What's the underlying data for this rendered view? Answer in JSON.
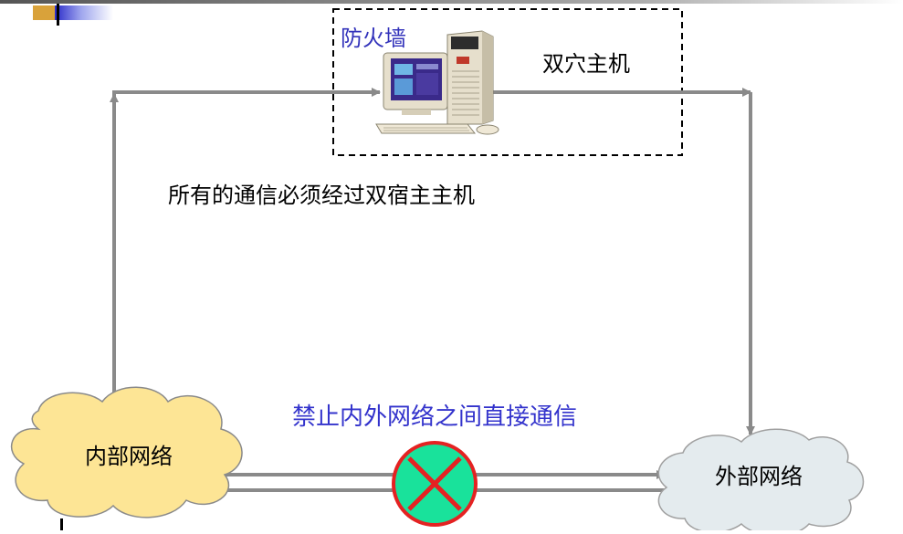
{
  "labels": {
    "firewall": "防火墙",
    "dual_homed_host": "双穴主机",
    "all_traffic_note": "所有的通信必须经过双宿主主机",
    "forbid_direct": "禁止内外网络之间直接通信",
    "internal_network": "内部网络",
    "external_network": "外部网络"
  },
  "colors": {
    "internal_cloud": "#fde595",
    "external_cloud": "#e4ebee",
    "arrow": "#8a8a8a",
    "blocked_circle": "#19e29b",
    "blocked_ring": "#e42222",
    "firewall_text": "#3333bb",
    "note_text": "#3333cc"
  },
  "icons": {
    "host": "desktop-computer-icon",
    "blocked": "prohibited-icon"
  }
}
